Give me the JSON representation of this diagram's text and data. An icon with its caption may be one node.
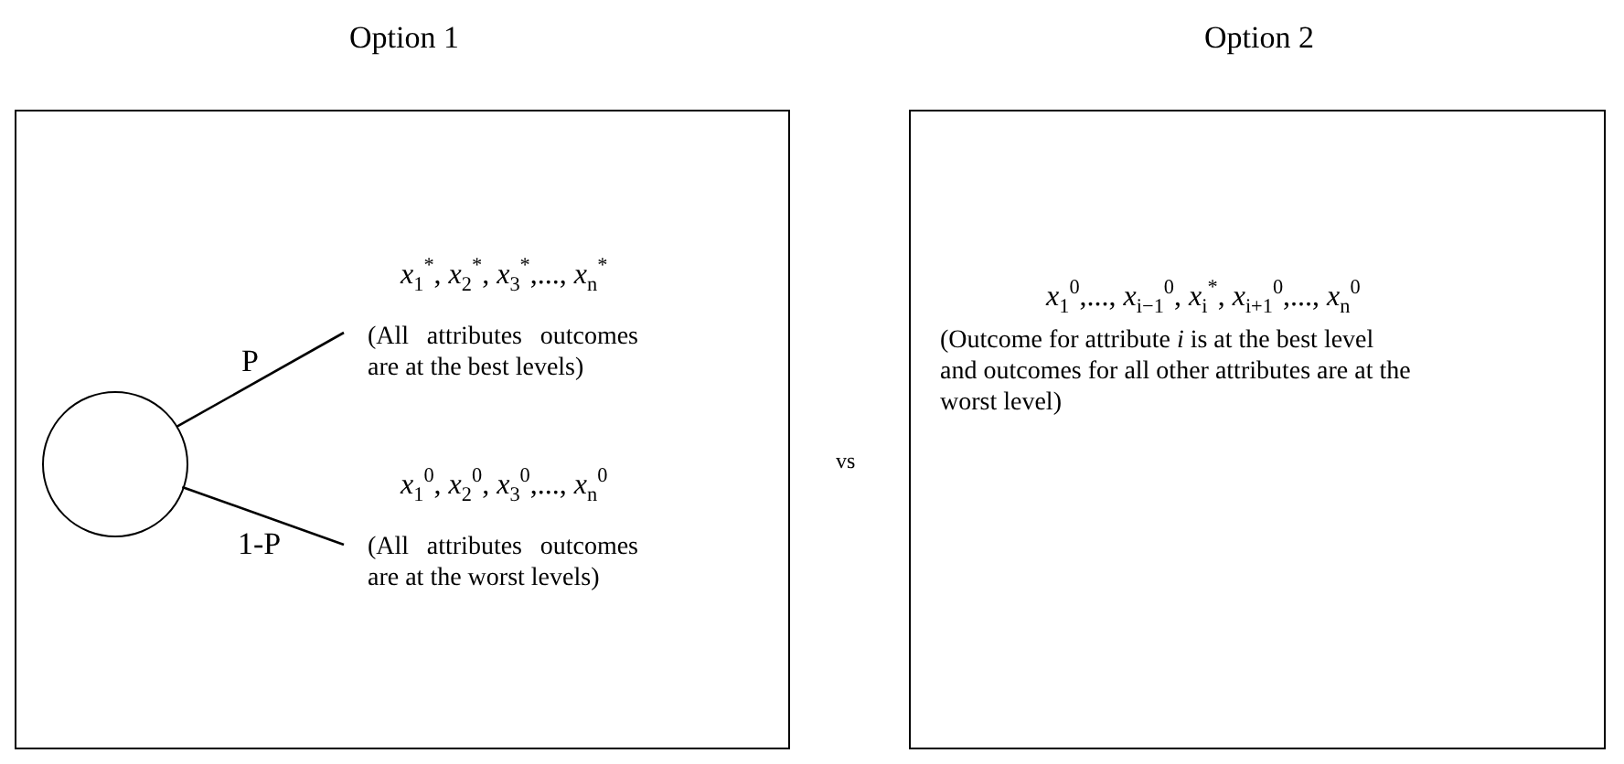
{
  "diagram": {
    "nodes": [
      {
        "text": [
          "Option 1"
        ]
      },
      {
        "text": [],
        "shape": "circle",
        "in": 0
      },
      {
        "text": [
          "*x*$_{1}$$^{*}$, *x*$_{2}$$^{*}$, *x*$_{3}$$^{*}$,..., *x*$_{n}$$^{*}$",
          "(All attributes outcomes are at the best levels)"
        ],
        "in": 0
      },
      {
        "text": [
          "*x*$_{1}$$^{0}$, *x*$_{2}$$^{0}$, *x*$_{3}$$^{0}$,..., *x*$_{n}$$^{0}$",
          "(All attributes outcomes are at the worst levels)"
        ],
        "in": 0
      },
      {
        "text": [
          "Option 2",
          "*x*$_{1}$$^{0}$,..., *x*$_{i−1}$$^{0}$, *x*$_{i}$$^{*}$, *x*$_{i+1}$$^{0}$,..., *x*$_{n}$$^{0}$",
          "(Outcome for attribute *i* is at the best level and outcomes for all other attributes are at the worst level)"
        ]
      }
    ],
    "edges": [
      {
        "from": 1,
        "to": 2,
        "arrow": "none",
        "label": "P"
      },
      {
        "from": 1,
        "to": 3,
        "arrow": "none",
        "label": "1-P"
      }
    ],
    "labels": [
      "vs"
    ]
  }
}
